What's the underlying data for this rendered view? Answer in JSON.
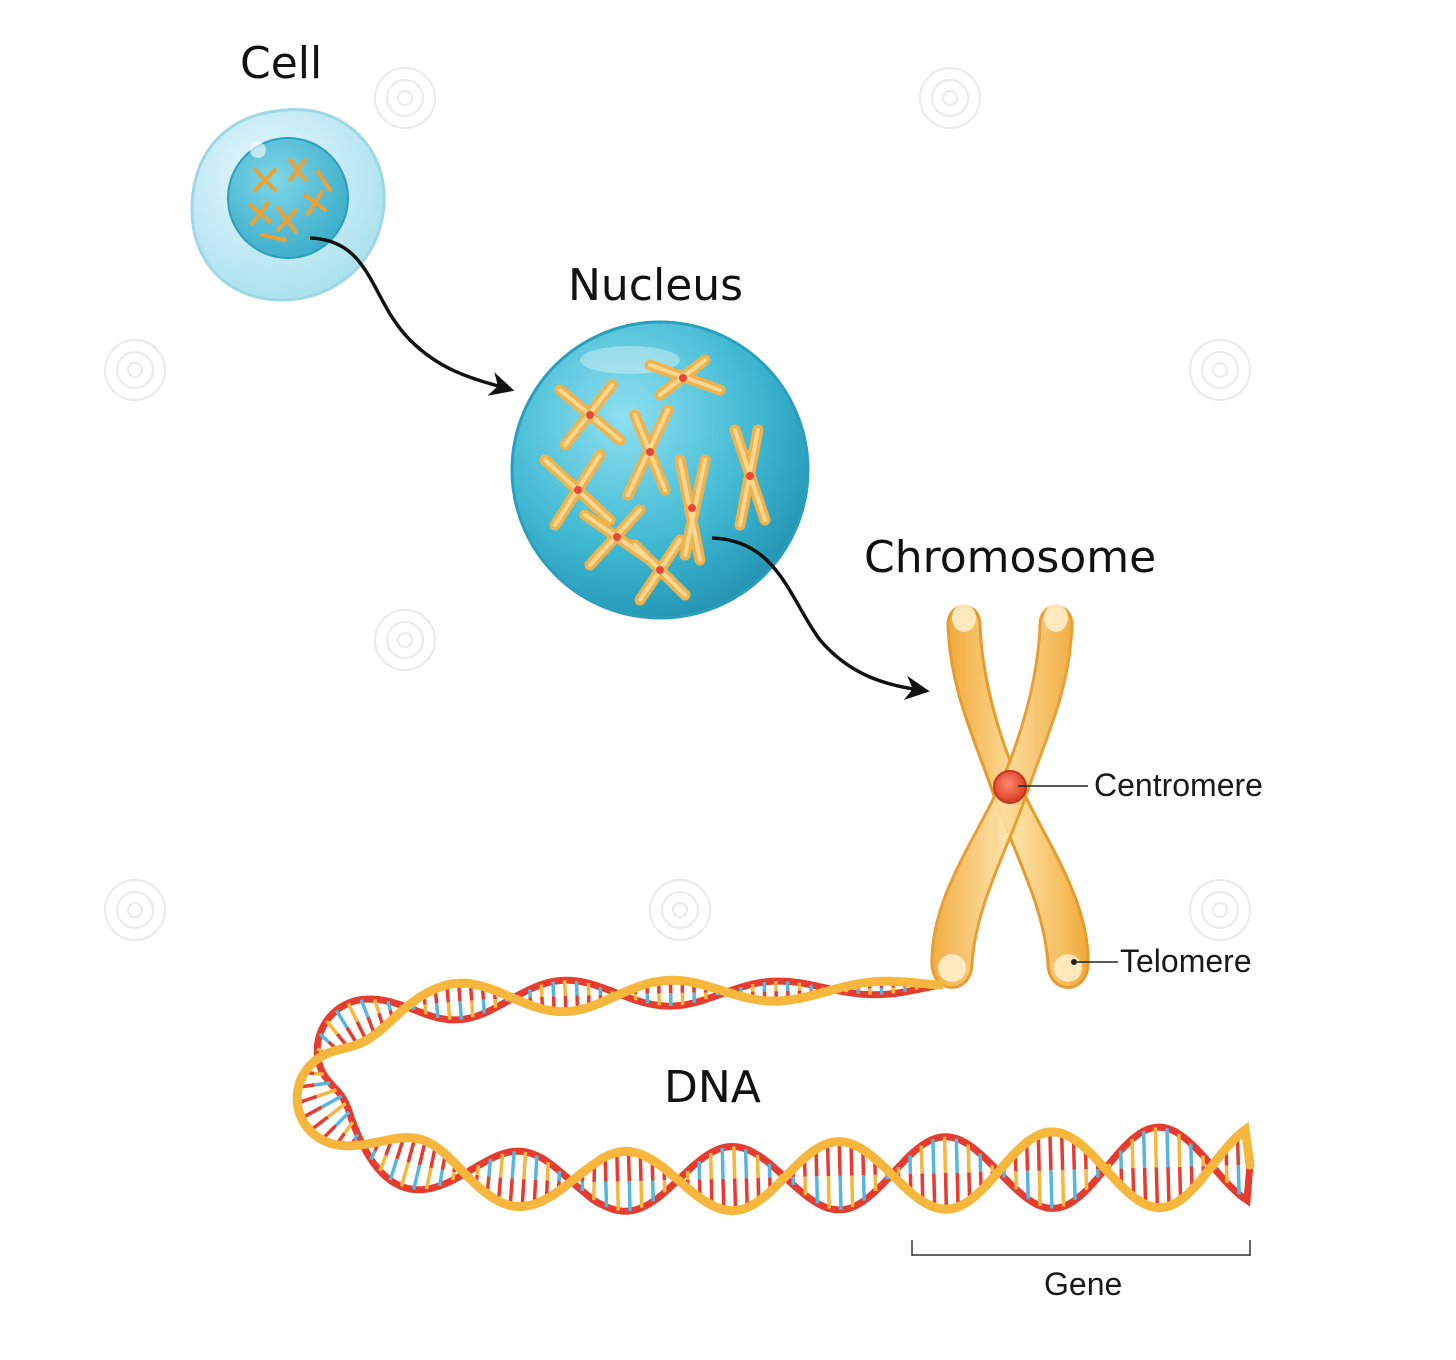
{
  "labels": {
    "cell": "Cell",
    "nucleus": "Nucleus",
    "chromosome": "Chromosome",
    "centromere": "Centromere",
    "telomere": "Telomere",
    "dna": "DNA",
    "gene": "Gene"
  },
  "colors": {
    "cell_membrane": "#c9ecf4",
    "cell_cytoplasm": "#9edcea",
    "nucleus_fill": "#3fb8d2",
    "chromosome_fill": "#f7c46a",
    "chromosome_stroke": "#e79b2c",
    "centromere": "#e8473a",
    "dna_strand_a": "#f6b73c",
    "dna_strand_b": "#e63b2e",
    "base_pair_red": "#e63b2e",
    "base_pair_blue": "#55b6e0",
    "arrow": "#111111"
  },
  "icons": [
    "spiral-watermark-icon"
  ]
}
